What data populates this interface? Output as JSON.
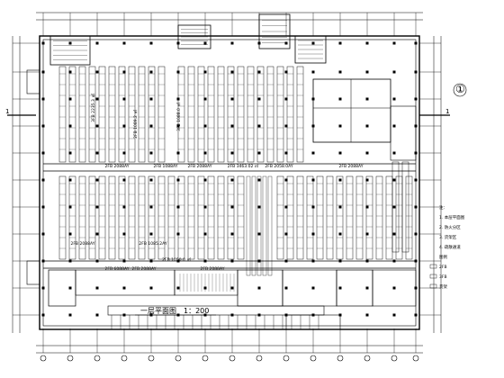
{
  "drawing": {
    "title": "一层平面图",
    "scale": "1：200",
    "section_mark_left": "1",
    "section_mark_right": "1",
    "north_mark": "①",
    "colors": {
      "line": "#000000",
      "background": "#ffffff"
    }
  },
  "zones": [
    {
      "label": "3FB  2235.3 ㎡",
      "orient": "v"
    },
    {
      "label": "2FB 1089.2 ㎡",
      "orient": "v"
    },
    {
      "label": "3FB 1088.0 ㎡",
      "orient": "v"
    },
    {
      "label": "2FB 2088AY",
      "orient": "h"
    },
    {
      "label": "2FB 1088AY",
      "orient": "h"
    },
    {
      "label": "2FB 2088AY",
      "orient": "h"
    },
    {
      "label": "2FB 3463.02 ㎡",
      "orient": "h"
    },
    {
      "label": "2FB 2058.0AY",
      "orient": "h"
    },
    {
      "label": "2FB 2088AY",
      "orient": "h"
    },
    {
      "label": "2FB 2088AY",
      "orient": "h"
    },
    {
      "label": "2FB 6088AY",
      "orient": "h"
    },
    {
      "label": "2FB 2088AY",
      "orient": "h"
    },
    {
      "label": "2FB 1050.0 ㎡",
      "orient": "h"
    },
    {
      "label": "2FB 2088AY",
      "orient": "h"
    },
    {
      "label": "2FB 1085.2AY",
      "orient": "h"
    }
  ],
  "notes": [
    "注：",
    "1. 本层平面图",
    "2. 防火分区",
    "3. 货架区",
    "4. 疏散通道",
    "图例",
    "2FB",
    "3FB",
    "货架"
  ]
}
